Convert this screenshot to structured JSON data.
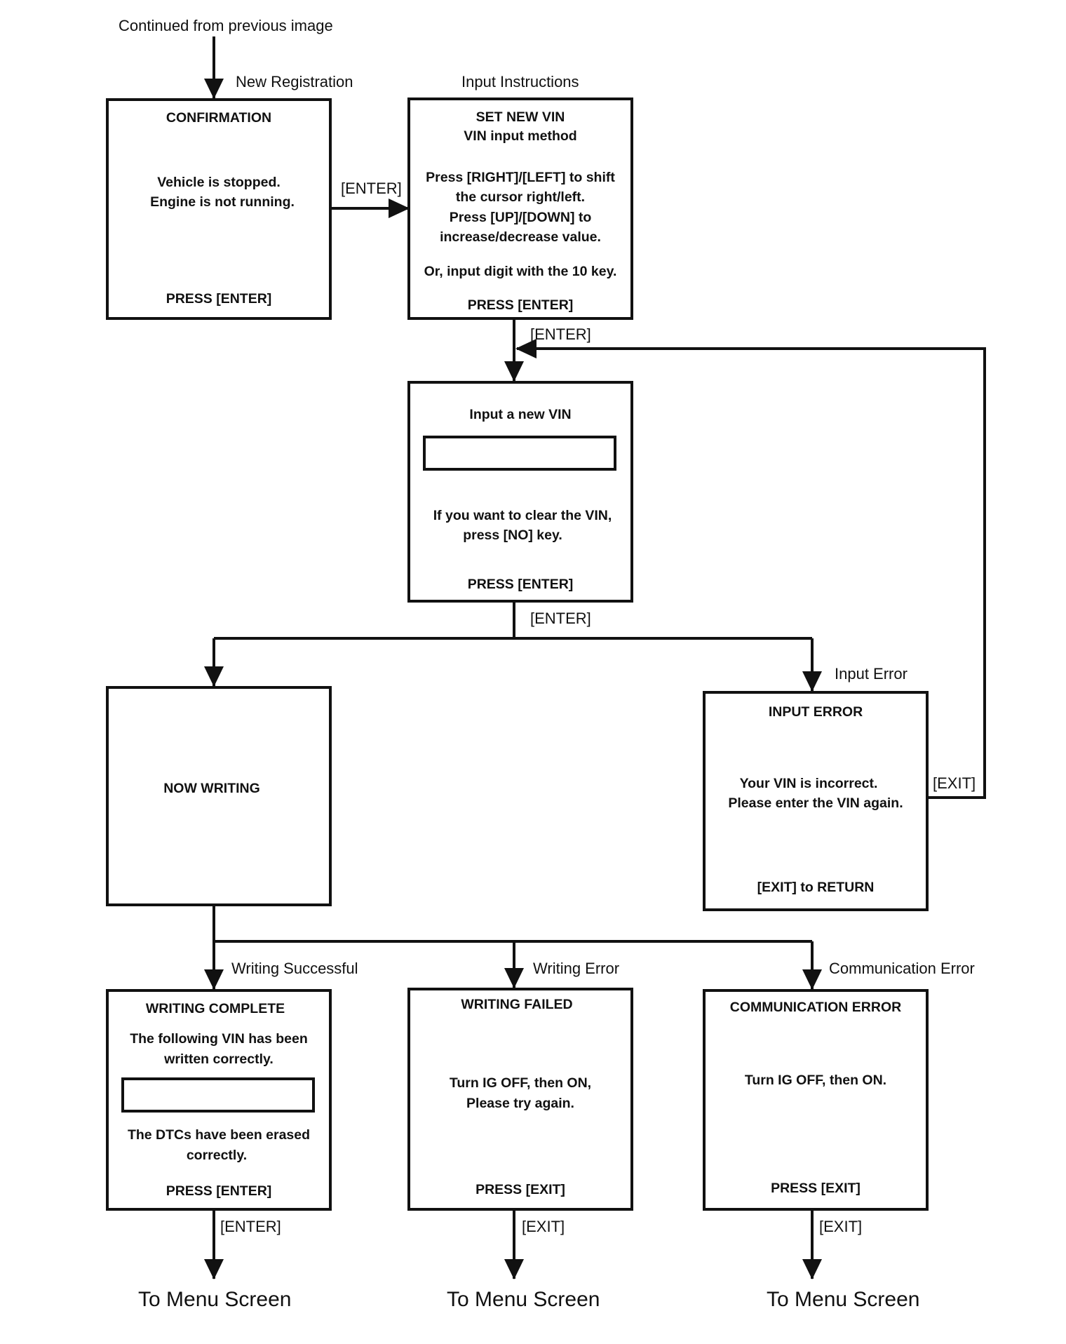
{
  "start_label": "Continued from previous image",
  "labels": {
    "new_registration": "New Registration",
    "input_instructions": "Input Instructions",
    "input_error": "Input Error",
    "writing_successful": "Writing Successful",
    "writing_error": "Writing Error",
    "communication_error": "Communication Error"
  },
  "edges": {
    "enter_1": "[ENTER]",
    "enter_2": "[ENTER]",
    "enter_3": "[ENTER]",
    "exit_loop": "[EXIT]",
    "enter_4": "[ENTER]",
    "exit_1": "[EXIT]",
    "exit_2": "[EXIT]"
  },
  "screens": {
    "confirmation": {
      "title": "CONFIRMATION",
      "line1": "Vehicle is stopped.",
      "line2": "Engine is not running.",
      "footer": "PRESS [ENTER]"
    },
    "set_new_vin": {
      "title": "SET NEW VIN",
      "subtitle": "VIN input method",
      "line1": "Press [RIGHT]/[LEFT] to shift",
      "line2": "the cursor right/left.",
      "line3": "Press [UP]/[DOWN] to",
      "line4": "increase/decrease value.",
      "line5": "Or, input digit with the 10 key.",
      "footer": "PRESS [ENTER]"
    },
    "input_vin": {
      "title": "Input a new VIN",
      "line1": "If you want to clear the VIN,",
      "line2": "press [NO] key.",
      "footer": "PRESS [ENTER]"
    },
    "now_writing": {
      "title": "NOW WRITING"
    },
    "input_error": {
      "title": "INPUT ERROR",
      "line1": "Your VIN is incorrect.",
      "line2": "Please enter the VIN again.",
      "footer": "[EXIT] to RETURN"
    },
    "writing_complete": {
      "title": "WRITING COMPLETE",
      "line1": "The following VIN has been",
      "line2": "written correctly.",
      "line3": "The DTCs have been erased",
      "line4": "correctly.",
      "footer": "PRESS [ENTER]"
    },
    "writing_failed": {
      "title": "WRITING FAILED",
      "line1": "Turn IG OFF, then ON,",
      "line2": "Please try again.",
      "footer": "PRESS [EXIT]"
    },
    "communication_error": {
      "title": "COMMUNICATION ERROR",
      "line1": "Turn IG OFF, then ON.",
      "footer": "PRESS [EXIT]"
    }
  },
  "destinations": {
    "dest1": "To Menu Screen",
    "dest2": "To Menu Screen",
    "dest3": "To Menu Screen"
  }
}
